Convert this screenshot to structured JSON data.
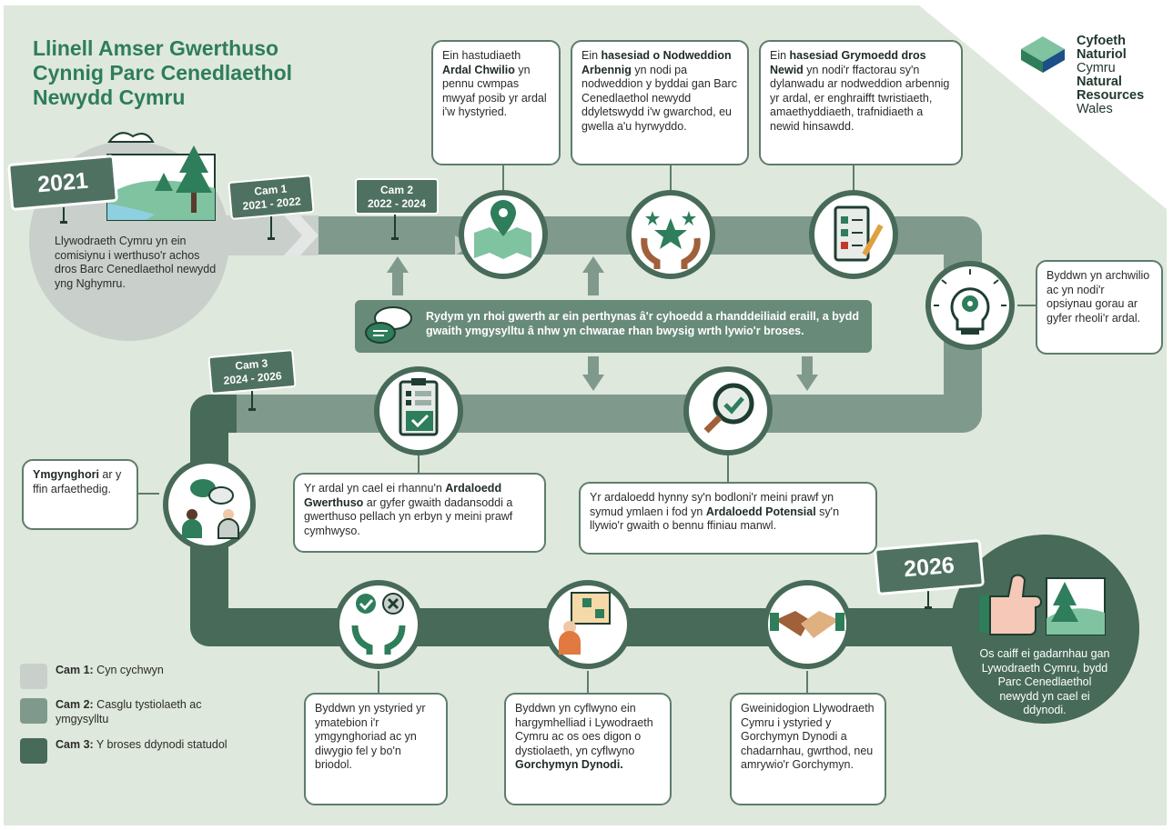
{
  "title": {
    "line1": "Llinell Amser Gwerthuso",
    "line2": "Cynnig Parc Cenedlaethol",
    "line3": "Newydd Cymru"
  },
  "logo": {
    "icon": "nrw-logo-icon",
    "line1": "Cyfoeth",
    "line2": "Naturiol",
    "line3": "Cymru",
    "line4": "Natural",
    "line5": "Resources",
    "line6": "Wales"
  },
  "start": {
    "year": "2021",
    "text": "Llywodraeth Cymru yn ein comisiynu i werthuso'r achos dros Barc Cenedlaethol newydd yng Nghymru.",
    "icon": "landscape-icon"
  },
  "end": {
    "year": "2026",
    "text": "Os caiff ei gadarnhau gan Lywodraeth Cymru, bydd Parc Cenedlaethol newydd yn cael ei ddynodi.",
    "icon": "thumbs-up-landscape-icon"
  },
  "stage_signs": [
    {
      "label": "Cam 1",
      "dates": "2021 - 2022"
    },
    {
      "label": "Cam 2",
      "dates": "2022 - 2024"
    },
    {
      "label": "Cam 3",
      "dates": "2024 - 2026"
    }
  ],
  "center_banner": {
    "text": "Rydym yn rhoi gwerth ar ein perthynas â'r cyhoedd a rhanddeiliaid eraill, a bydd gwaith ymgysylltu â nhw yn chwarae rhan bwysig wrth lywio'r broses.",
    "icon": "speech-bubbles-icon"
  },
  "steps": [
    {
      "icon": "map-pin-icon",
      "pre": "Ein hastudiaeth ",
      "bold": "Ardal Chwilio",
      "post": " yn pennu cwmpas mwyaf posib yr ardal i'w hystyried."
    },
    {
      "icon": "hands-stars-icon",
      "pre": "Ein ",
      "bold": "hasesiad o Nodweddion Arbennig",
      "post": " yn nodi pa nodweddion y byddai gan Barc Cenedlaethol newydd ddyletswydd i'w gwarchod, eu gwella a'u hyrwyddo."
    },
    {
      "icon": "checklist-pencil-icon",
      "pre": "Ein ",
      "bold": "hasesiad Grymoedd dros Newid",
      "post": " yn nodi'r ffactorau sy'n dylanwadu ar nodweddion arbennig yr ardal, er enghraifft twristiaeth, amaethyddiaeth, trafnidiaeth a newid hinsawdd."
    },
    {
      "icon": "lightbulb-gear-icon",
      "pre": "Byddwn yn archwilio ac yn nodi'r opsiynau gorau ar gyfer rheoli'r ardal.",
      "bold": "",
      "post": ""
    },
    {
      "icon": "magnifier-check-icon",
      "pre": "Yr ardaloedd hynny sy'n bodloni'r meini prawf yn symud ymlaen i fod yn ",
      "bold": "Ardaloedd Potensial",
      "post": " sy'n llywio'r gwaith o bennu ffiniau manwl."
    },
    {
      "icon": "clipboard-check-icon",
      "pre": "Yr ardal yn cael ei rhannu'n ",
      "bold": "Ardaloedd Gwerthuso",
      "post": " ar gyfer gwaith dadansoddi a gwerthuso pellach yn erbyn y meini prawf cymhwyso."
    },
    {
      "icon": "consultation-people-icon",
      "pre": "",
      "bold": "Ymgynghori",
      "post": " ar y ffin arfaethedig."
    },
    {
      "icon": "hands-tick-cross-icon",
      "pre": "Byddwn yn ystyried yr ymatebion i'r ymgynghoriad ac yn diwygio fel y bo'n briodol.",
      "bold": "",
      "post": ""
    },
    {
      "icon": "presenter-board-icon",
      "pre": "Byddwn yn cyflwyno ein hargymhelliad i Lywodraeth Cymru ac os oes digon o dystiolaeth, yn cyflwyno ",
      "bold": "Gorchymyn Dynodi.",
      "post": ""
    },
    {
      "icon": "handshake-icon",
      "pre": "Gweinidogion Llywodraeth Cymru i ystyried y Gorchymyn Dynodi a chadarnhau, gwrthod, neu amrywio'r Gorchymyn.",
      "bold": "",
      "post": ""
    }
  ],
  "legend": [
    {
      "bold": "Cam 1:",
      "text": " Cyn cychwyn",
      "color": "#c9cfcb"
    },
    {
      "bold": "Cam 2:",
      "text": " Casglu tystiolaeth ac ymgysylltu",
      "color": "#7f9a8c"
    },
    {
      "bold": "Cam 3:",
      "text": " Y broses ddynodi statudol",
      "color": "#476a59"
    }
  ],
  "colors": {
    "background": "#dfe8dc",
    "cam1": "#c9cfcb",
    "cam2": "#7f9a8c",
    "cam3": "#476a59",
    "accent": "#2e7d5b",
    "sign": "#4f7162"
  }
}
